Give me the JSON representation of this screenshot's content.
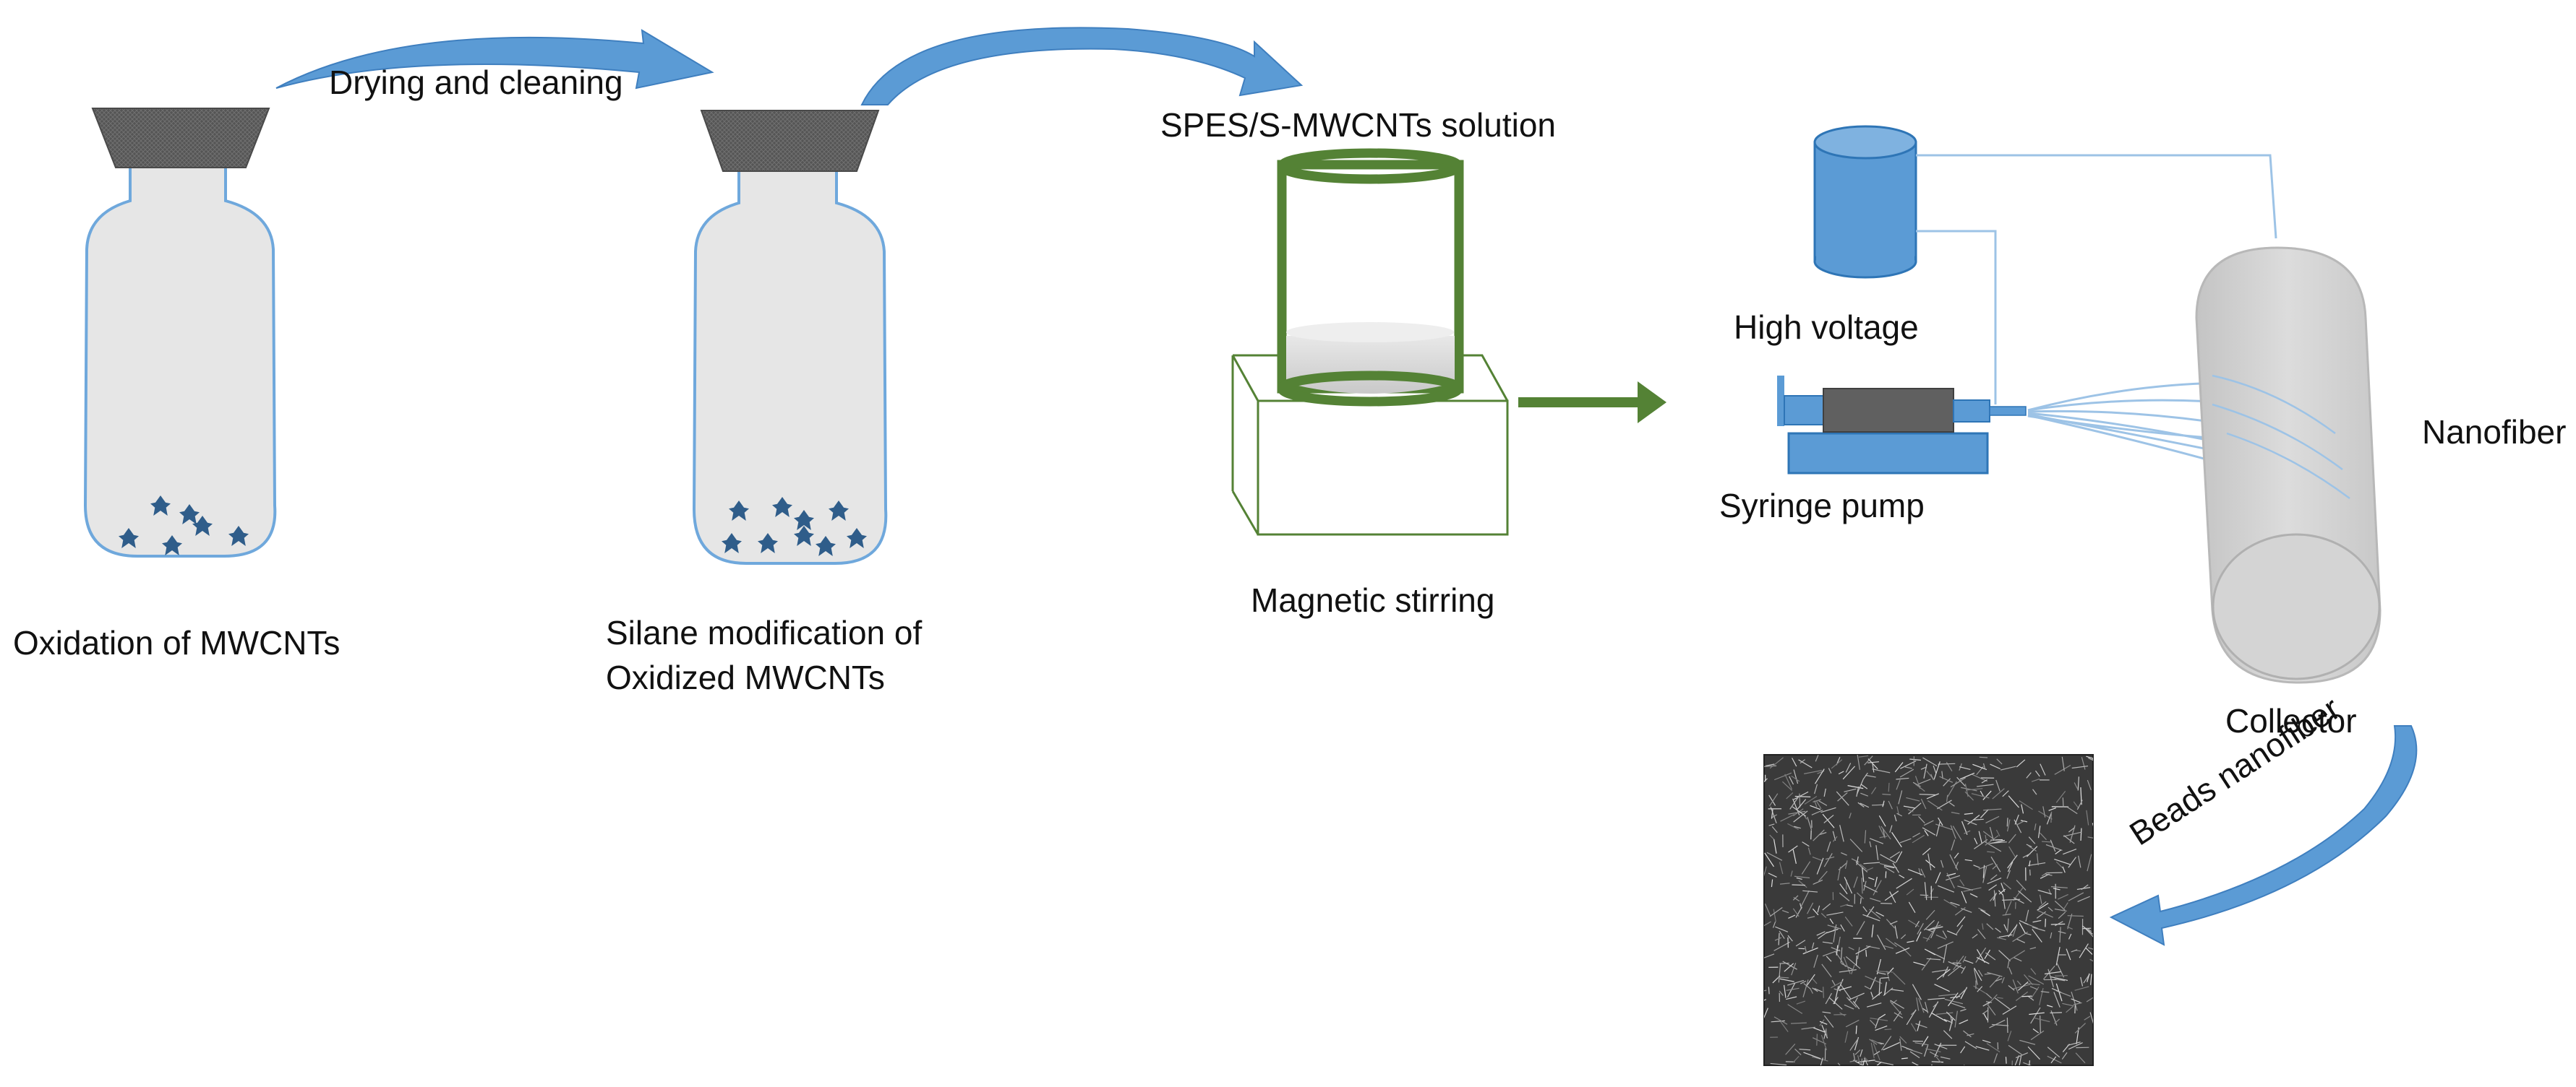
{
  "colors": {
    "flask_fill": "#e6e6e6",
    "flask_stroke": "#6fa8dc",
    "flask_cap": "#595959",
    "particle": "#2f5d8a",
    "beaker": "#548235",
    "arrow_blue": "#5b9bd5",
    "device_blue": "#5b9bd5",
    "syringe_body": "#606060",
    "collector": "#d0d0d0",
    "fiber": "#9dc3e6",
    "sem_dark": "#3a3a3a"
  },
  "steps": {
    "oxidation": "Oxidation of MWCNTs",
    "silane_line1": "Silane modification of",
    "silane_line2": "Oxidized MWCNTs",
    "drying": "Drying and cleaning",
    "solution": "SPES/S-MWCNTs solution",
    "stirring": "Magnetic stirring",
    "high_voltage": "High voltage",
    "syringe_pump": "Syringe pump",
    "nanofiber": "Nanofiber",
    "collector": "Collector",
    "beads": "Beads nanofiber"
  }
}
